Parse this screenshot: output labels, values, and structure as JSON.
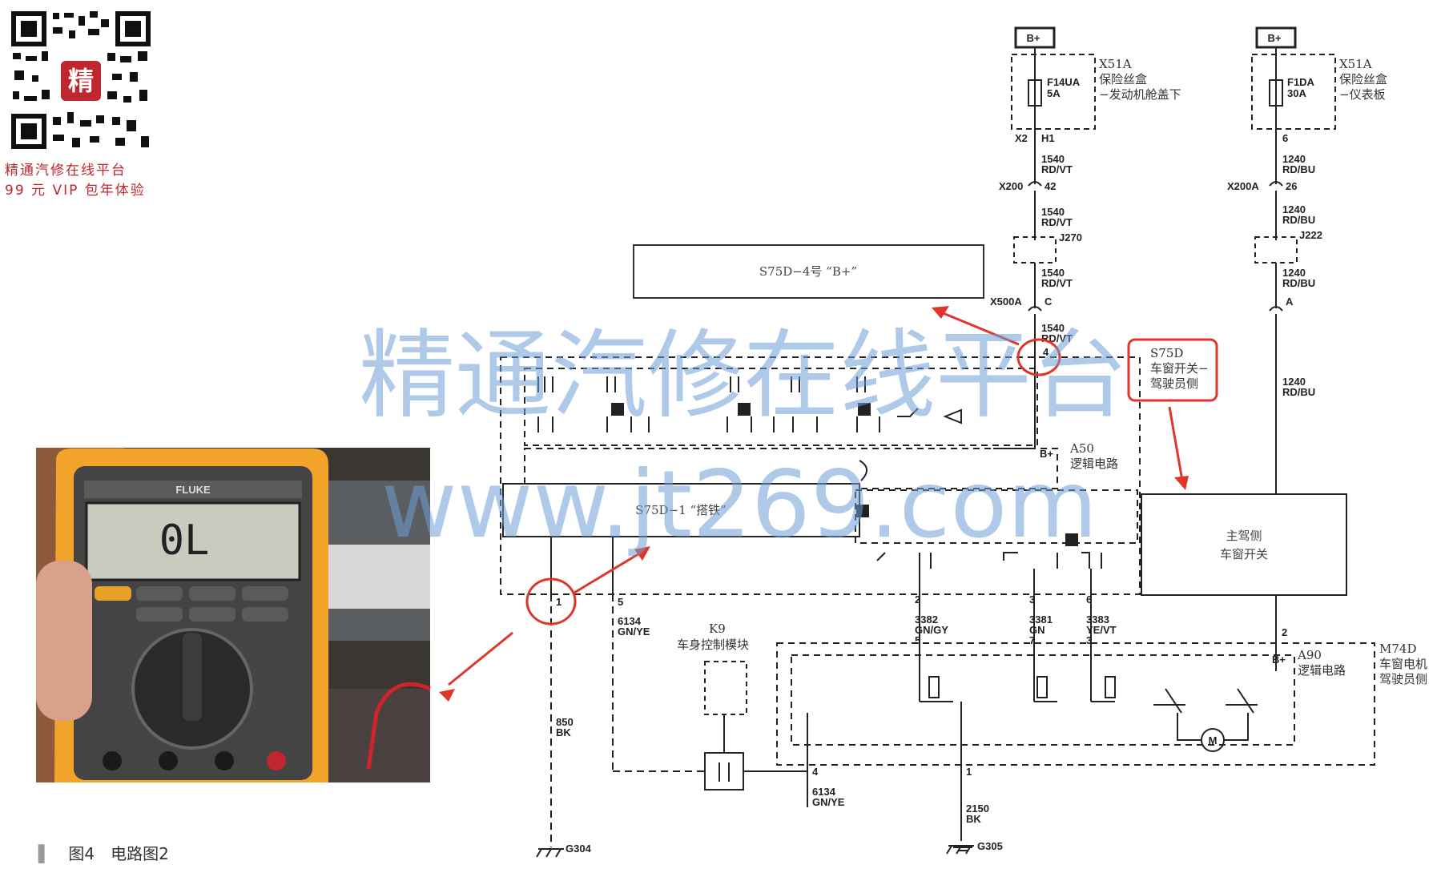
{
  "branding": {
    "logo_char": "精",
    "line1": "精通汽修在线平台",
    "line2": "99 元 VIP 包年体验"
  },
  "watermark": {
    "line1": "精通汽修在线平台",
    "line2": "www.jt269.com"
  },
  "caption": {
    "marker": "▌",
    "text": "图4　电路图2"
  },
  "boxes": {
    "s75d4": "S75D−4号 “B+”",
    "s75d1": "S75D−1 “搭铁”",
    "main_switch": [
      "主驾侧",
      "车窗开关"
    ]
  },
  "power": {
    "left": {
      "bplus": "B+",
      "fuse_block": [
        "X51A",
        "保险丝盒",
        "−发动机舱盖下"
      ],
      "fuse": [
        "F14UA",
        "5A"
      ],
      "pins": [
        "X2",
        "H1"
      ],
      "wire1": [
        "1540",
        "RD/VT"
      ],
      "conn1": [
        "X200",
        "42"
      ],
      "wire2": [
        "1540",
        "RD/VT"
      ],
      "splice": "J270",
      "wire3": [
        "1540",
        "RD/VT"
      ],
      "conn2": [
        "X500A",
        "C"
      ],
      "wire4": [
        "1540",
        "RD/VT"
      ],
      "pin4": "4"
    },
    "right": {
      "bplus": "B+",
      "fuse_block": [
        "X51A",
        "保险丝盒",
        "−仪表板"
      ],
      "fuse": [
        "F1DA",
        "30A"
      ],
      "pin": "6",
      "wire1": [
        "1240",
        "RD/BU"
      ],
      "conn1": [
        "X200A",
        "26"
      ],
      "wire2": [
        "1240",
        "RD/BU"
      ],
      "splice": "J222",
      "wire3": [
        "1240",
        "RD/BU"
      ],
      "conn2": "A",
      "wire4": [
        "1240",
        "RD/BU"
      ]
    }
  },
  "s75d": {
    "ref": "S75D",
    "desc": [
      "车窗开关−",
      "驾驶员侧"
    ],
    "a50": "A50",
    "a50_desc": "逻辑电路",
    "bplus": "B+"
  },
  "ground_side": {
    "pin1": "1",
    "pin5": "5",
    "wire_bk": [
      "850",
      "BK"
    ],
    "g304": "G304",
    "wire_gnye": [
      "6134",
      "GN/YE"
    ]
  },
  "k9": {
    "ref": "K9",
    "desc": "车身控制模块"
  },
  "pins_lower": {
    "p2": "2",
    "w2": [
      "3382",
      "GN/GY"
    ],
    "p5": "5",
    "p3": "3",
    "w3": [
      "3381",
      "GN"
    ],
    "p7": "7",
    "p6": "6",
    "w6": [
      "3383",
      "YE/VT"
    ],
    "p3b": "3",
    "p4": "4",
    "w4": [
      "6134",
      "GN/YE"
    ],
    "p1": "1",
    "w1": [
      "2150",
      "BK"
    ],
    "g305": "G305",
    "p2m": "2"
  },
  "m74d": {
    "a90": "A90",
    "a90_desc": "逻辑电路",
    "bplus": "B+",
    "ref": "M74D",
    "desc": [
      "车窗电机",
      "驾驶员侧"
    ],
    "motor": "M"
  },
  "meter": {
    "display": "0L",
    "brand": "FLUKE"
  },
  "colors": {
    "annotation": "#e0352b",
    "watermark": "#6f9fd8",
    "line": "#222222"
  }
}
